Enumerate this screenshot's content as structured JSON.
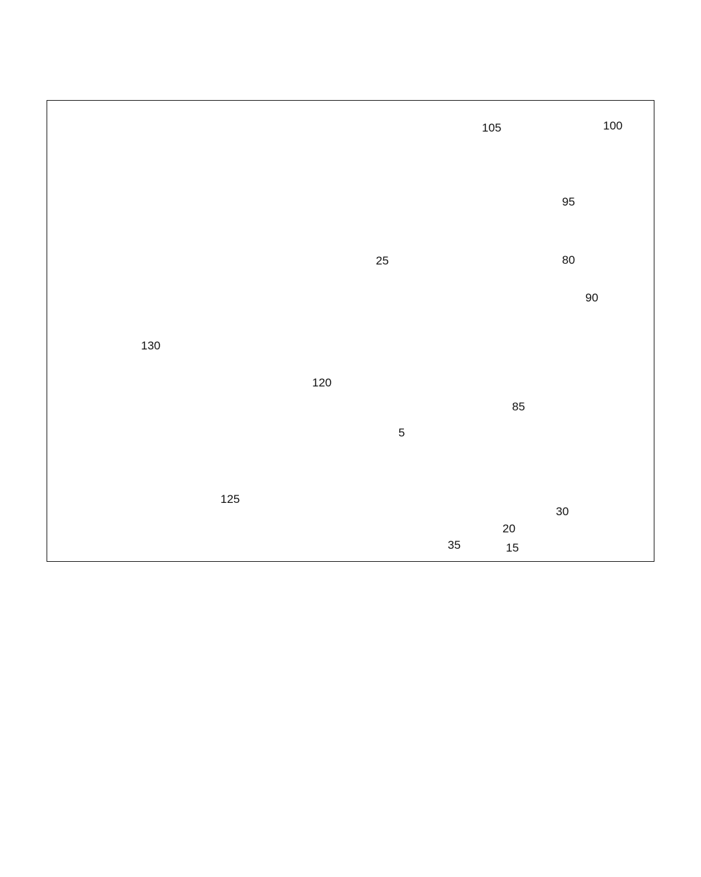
{
  "colors": {
    "line": "#1c2a78",
    "text": "#111111",
    "frame": "#1a1a1a"
  },
  "callouts": {
    "c105": "105",
    "c100": "100",
    "c95": "95",
    "c80": "80",
    "c25": "25",
    "c90": "90",
    "c130": "130",
    "c120": "120",
    "c85": "85",
    "c5": "5",
    "c125": "125",
    "c30": "30",
    "c20": "20",
    "c35": "35",
    "c15": "15"
  }
}
